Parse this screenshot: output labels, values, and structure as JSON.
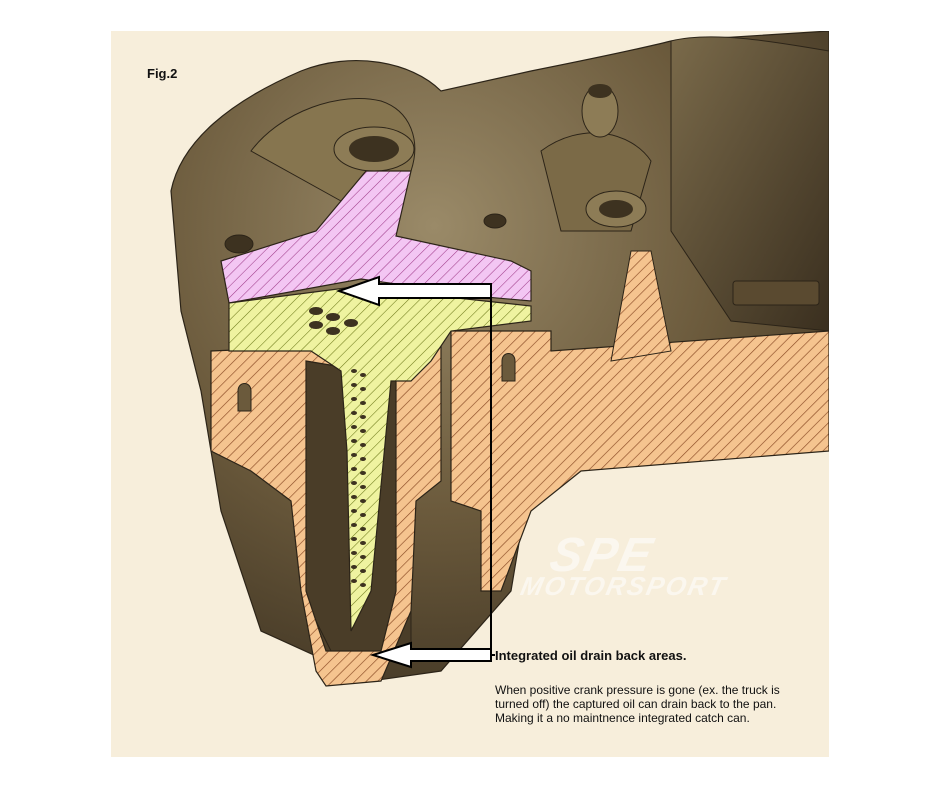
{
  "figure_label": "Fig.2",
  "callout": {
    "title": "Integrated oil drain back areas.",
    "body": "When positive crank pressure is gone (ex. the truck is turned off) the captured oil can drain back to the pan. Making it a no maintnence integrated catch can."
  },
  "watermark": {
    "line1": "SPE",
    "line2": "MOTORSPORT"
  },
  "colors": {
    "background": "#f7eedb",
    "metal": "#5e4e33",
    "pink_section": "#f0bff0",
    "yellow_section": "#eef29a",
    "orange_section": "#f5c48f",
    "hatch": "#6b3a1f",
    "arrow": "#000000"
  }
}
